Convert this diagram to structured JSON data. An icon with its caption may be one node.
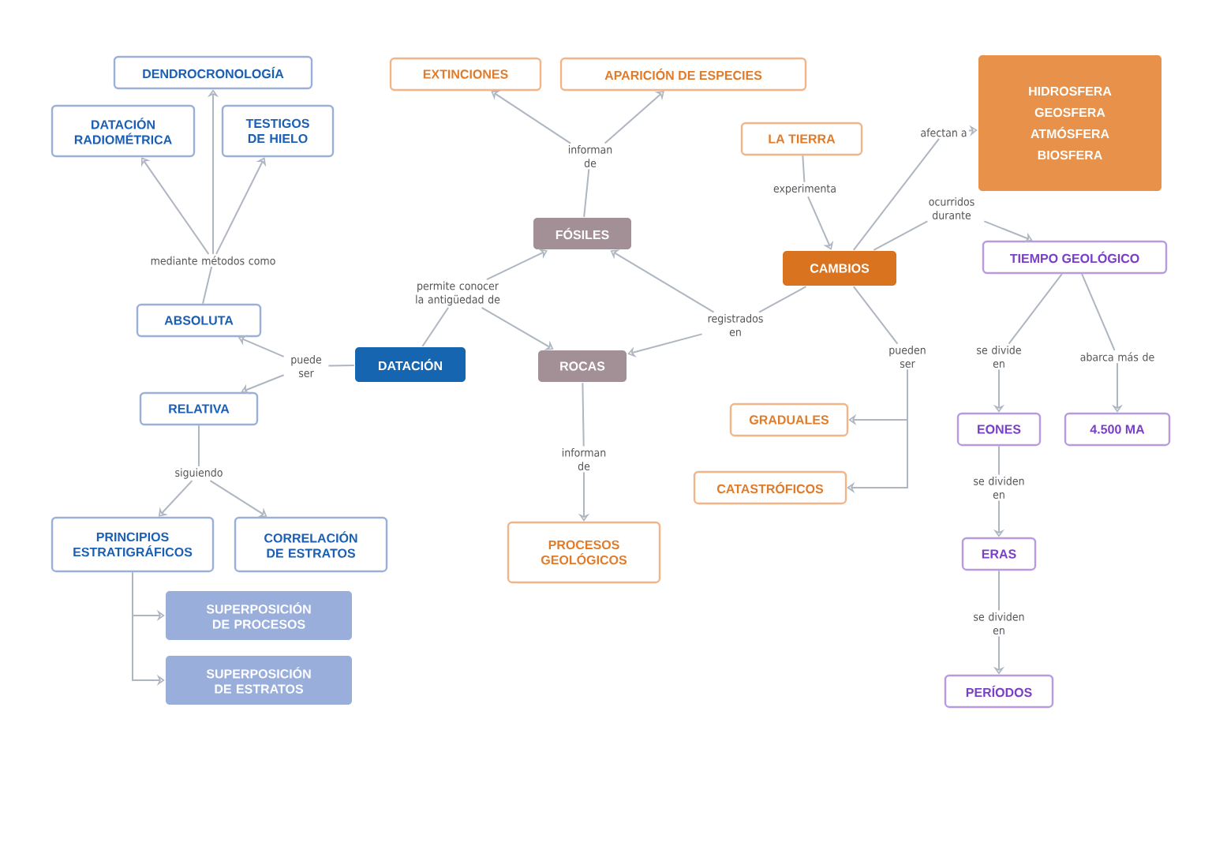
{
  "diagram": {
    "nodes": [
      {
        "text": [
          "DENDROCRONOLOGÍA"
        ]
      },
      {
        "text": [
          "DATACIÓN RADIOMÉTRICA"
        ]
      },
      {
        "text": [
          "TESTIGOS DE HIELO"
        ]
      },
      {
        "text": [
          "ABSOLUTA"
        ]
      },
      {
        "text": [
          "RELATIVA"
        ]
      },
      {
        "text": [
          "PRINCIPIOS ESTRATIGRÁFICOS"
        ]
      },
      {
        "text": [
          "CORRELACIÓN DE ESTRATOS"
        ]
      },
      {
        "text": [
          "SUPERPOSICIÓN DE PROCESOS"
        ]
      },
      {
        "text": [
          "SUPERPOSICIÓN DE ESTRATOS"
        ]
      },
      {
        "text": [
          "DATACIÓN"
        ]
      },
      {
        "text": [
          "EXTINCIONES"
        ]
      },
      {
        "text": [
          "APARICIÓN DE ESPECIES"
        ]
      },
      {
        "text": [
          "FÓSILES"
        ]
      },
      {
        "text": [
          "ROCAS"
        ]
      },
      {
        "text": [
          "PROCESOS GEOLÓGICOS"
        ]
      },
      {
        "text": [
          "LA TIERRA"
        ]
      },
      {
        "text": [
          "CAMBIOS"
        ]
      },
      {
        "text": [
          "HIDROSFERA GEOSFERA ATMÓSFERA BIOSFERA"
        ]
      },
      {
        "text": [
          "GRADUALES"
        ]
      },
      {
        "text": [
          "CATASTRÓFICOS"
        ]
      },
      {
        "text": [
          "TIEMPO GEOLÓGICO"
        ]
      },
      {
        "text": [
          "EONES"
        ]
      },
      {
        "text": [
          "4.500 MA"
        ]
      },
      {
        "text": [
          "ERAS"
        ]
      },
      {
        "text": [
          "PERÍODOS"
        ]
      },
      {
        "text": [
          "mediante métodos como"
        ]
      },
      {
        "text": [
          "puede ser"
        ]
      },
      {
        "text": [
          "siguiendo"
        ]
      },
      {
        "text": [
          "informan de"
        ]
      },
      {
        "text": [
          "permite conocer la antigüedad de"
        ]
      },
      {
        "text": [
          "registrados en"
        ]
      },
      {
        "text": [
          "informan de"
        ]
      },
      {
        "text": [
          "experimenta"
        ]
      },
      {
        "text": [
          "afectan a"
        ]
      },
      {
        "text": [
          "ocurridos durante"
        ]
      },
      {
        "text": [
          "pueden ser"
        ]
      },
      {
        "text": [
          "se divide en"
        ]
      },
      {
        "text": [
          "abarca más de"
        ]
      },
      {
        "text": [
          "se dividen en"
        ]
      },
      {
        "text": [
          "se dividen en"
        ]
      }
    ],
    "edges": [
      {
        "from": 3,
        "to": 25,
        "arrow": "none"
      },
      {
        "from": 25,
        "to": 0,
        "arrow": "to"
      },
      {
        "from": 25,
        "to": 1,
        "arrow": "to"
      },
      {
        "from": 25,
        "to": 2,
        "arrow": "to"
      },
      {
        "from": 9,
        "to": 26,
        "arrow": "none"
      },
      {
        "from": 26,
        "to": 3,
        "arrow": "to"
      },
      {
        "from": 26,
        "to": 4,
        "arrow": "to"
      },
      {
        "from": 4,
        "to": 27,
        "arrow": "none"
      },
      {
        "from": 27,
        "to": 5,
        "arrow": "to"
      },
      {
        "from": 27,
        "to": 6,
        "arrow": "to"
      },
      {
        "from": 5,
        "to": 7,
        "arrow": "to"
      },
      {
        "from": 5,
        "to": 8,
        "arrow": "to"
      },
      {
        "from": 12,
        "to": 28,
        "arrow": "none"
      },
      {
        "from": 28,
        "to": 10,
        "arrow": "to"
      },
      {
        "from": 28,
        "to": 11,
        "arrow": "to"
      },
      {
        "from": 9,
        "to": 29,
        "arrow": "none"
      },
      {
        "from": 29,
        "to": 12,
        "arrow": "to"
      },
      {
        "from": 29,
        "to": 13,
        "arrow": "to"
      },
      {
        "from": 16,
        "to": 30,
        "arrow": "none"
      },
      {
        "from": 30,
        "to": 12,
        "arrow": "to"
      },
      {
        "from": 30,
        "to": 13,
        "arrow": "to"
      },
      {
        "from": 13,
        "to": 31,
        "arrow": "none"
      },
      {
        "from": 31,
        "to": 14,
        "arrow": "to"
      },
      {
        "from": 15,
        "to": 32,
        "arrow": "none"
      },
      {
        "from": 32,
        "to": 16,
        "arrow": "to"
      },
      {
        "from": 16,
        "to": 33,
        "arrow": "none"
      },
      {
        "from": 33,
        "to": 17,
        "arrow": "to"
      },
      {
        "from": 16,
        "to": 34,
        "arrow": "none"
      },
      {
        "from": 34,
        "to": 20,
        "arrow": "to"
      },
      {
        "from": 16,
        "to": 35,
        "arrow": "none"
      },
      {
        "from": 35,
        "to": 18,
        "arrow": "to"
      },
      {
        "from": 35,
        "to": 19,
        "arrow": "to"
      },
      {
        "from": 20,
        "to": 36,
        "arrow": "none"
      },
      {
        "from": 36,
        "to": 21,
        "arrow": "to"
      },
      {
        "from": 20,
        "to": 37,
        "arrow": "none"
      },
      {
        "from": 37,
        "to": 22,
        "arrow": "to"
      },
      {
        "from": 21,
        "to": 38,
        "arrow": "none"
      },
      {
        "from": 38,
        "to": 23,
        "arrow": "to"
      },
      {
        "from": 23,
        "to": 39,
        "arrow": "none"
      },
      {
        "from": 39,
        "to": 24,
        "arrow": "to"
      }
    ]
  }
}
